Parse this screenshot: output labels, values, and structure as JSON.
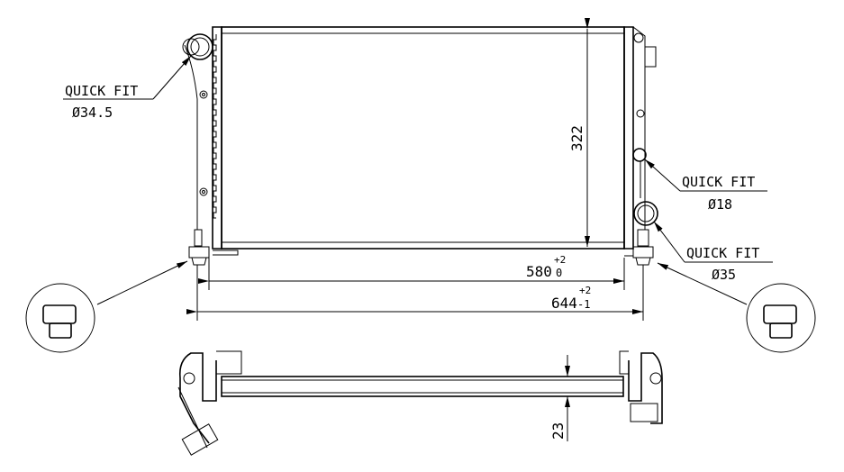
{
  "callouts": {
    "left_inlet": {
      "label": "QUICK FIT",
      "diameter": "Ø34.5"
    },
    "right_small": {
      "label": "QUICK FIT",
      "diameter": "Ø18"
    },
    "right_outlet": {
      "label": "QUICK FIT",
      "diameter": "Ø35"
    }
  },
  "dimensions": {
    "height": "322",
    "core_width": {
      "value": "580",
      "upper_tol": "+2",
      "lower_tol": "0"
    },
    "overall_width": {
      "value": "644",
      "upper_tol": "+2",
      "lower_tol": "-1"
    },
    "thickness": "23"
  },
  "colors": {
    "line": "#000000",
    "background": "#ffffff"
  }
}
